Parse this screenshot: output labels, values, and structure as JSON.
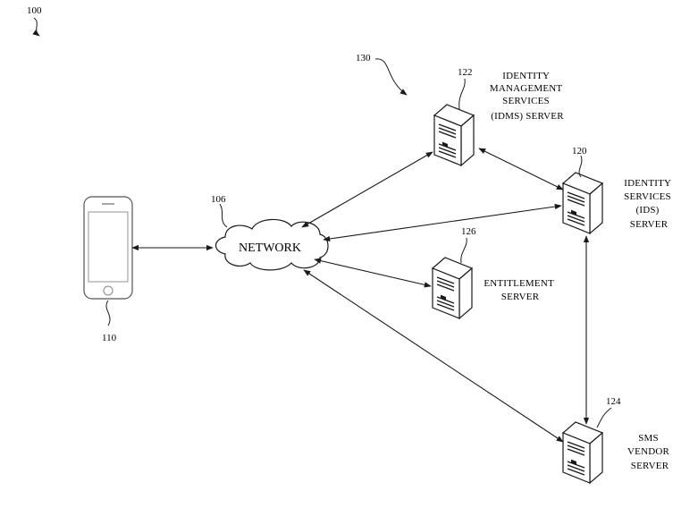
{
  "figure_ref": "100",
  "system_ref": "130",
  "device": {
    "ref": "110"
  },
  "network": {
    "ref": "106",
    "label": "NETWORK"
  },
  "servers": {
    "idms": {
      "ref": "122",
      "label_lines": [
        "IDENTITY",
        "MANAGEMENT",
        "SERVICES",
        "(IDMS) SERVER"
      ]
    },
    "ids": {
      "ref": "120",
      "label_lines": [
        "IDENTITY",
        "SERVICES",
        "(IDS)",
        "SERVER"
      ]
    },
    "entitlement": {
      "ref": "126",
      "label_lines": [
        "ENTITLEMENT",
        "SERVER"
      ]
    },
    "sms": {
      "ref": "124",
      "label_lines": [
        "SMS",
        "VENDOR",
        "SERVER"
      ]
    }
  }
}
